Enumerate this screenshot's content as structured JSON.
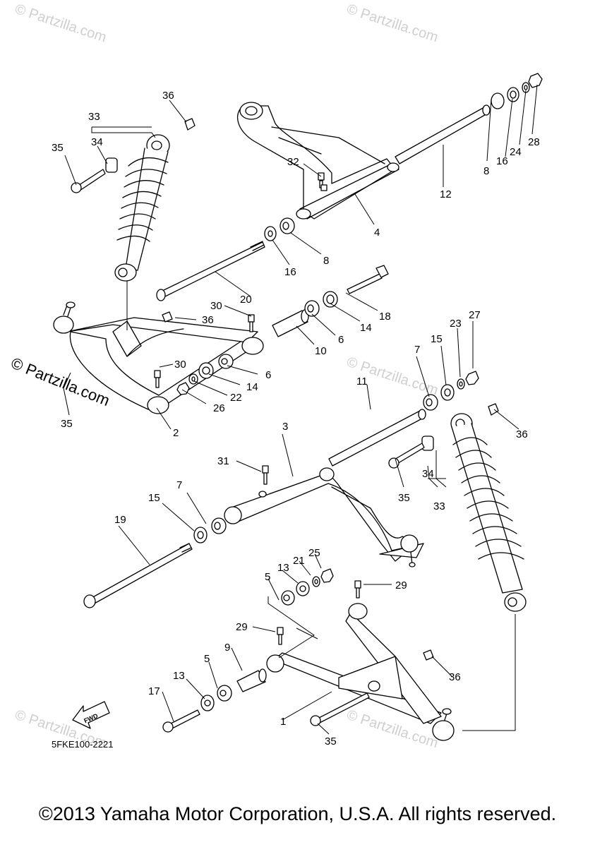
{
  "diagram": {
    "part_code": "5FKE100-2221",
    "fwd_label": "FWD",
    "copyright": "©2013 Yamaha Motor Corporation, U.S.A. All rights reserved.",
    "watermark_symbol": "©",
    "watermark_text": "Partzilla.com",
    "callouts": [
      "1",
      "2",
      "3",
      "4",
      "5",
      "5",
      "6",
      "6",
      "7",
      "7",
      "8",
      "8",
      "9",
      "10",
      "11",
      "12",
      "13",
      "13",
      "14",
      "14",
      "15",
      "15",
      "16",
      "16",
      "17",
      "18",
      "19",
      "20",
      "21",
      "22",
      "23",
      "24",
      "25",
      "26",
      "27",
      "28",
      "29",
      "29",
      "30",
      "30",
      "31",
      "32",
      "33",
      "33",
      "34",
      "34",
      "35",
      "35",
      "35",
      "35",
      "36",
      "36",
      "36",
      "36"
    ]
  }
}
